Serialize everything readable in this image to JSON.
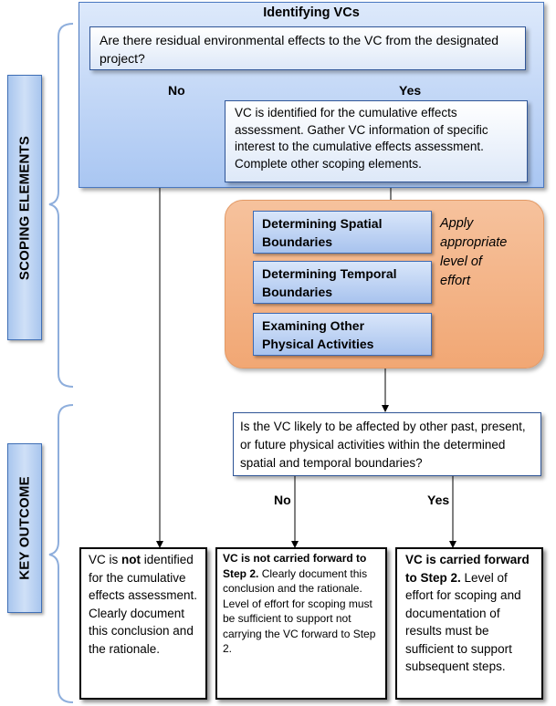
{
  "side_labels": {
    "scoping": "SCOPING ELEMENTS",
    "outcome": "KEY OUTCOME"
  },
  "identifying": {
    "title": "Identifying VCs",
    "question": "Are there residual environmental effects to the VC from the designated project?",
    "no_label": "No",
    "yes_label": "Yes",
    "yes_box": "VC is identified for the cumulative effects assessment. Gather VC information of specific interest to the cumulative effects assessment. Complete other scoping elements."
  },
  "scoping_steps": [
    {
      "line1": "Determining Spatial",
      "line2": "Boundaries"
    },
    {
      "line1": "Determining Temporal",
      "line2": "Boundaries"
    },
    {
      "line1": "Examining Other",
      "line2": "Physical Activities"
    }
  ],
  "effort_note": {
    "line1": "Apply",
    "line2": "appropriate",
    "line3": "level of",
    "line4": "effort"
  },
  "question2": {
    "text": "Is the VC likely to be affected by other past, present, or future physical activities within the determined spatial and temporal boundaries?",
    "no_label": "No",
    "yes_label": "Yes"
  },
  "outcomes": {
    "left": {
      "pre": "VC is ",
      "emph": "not",
      "post": " identified for the cumulative effects assessment. Clearly document this conclusion and the rationale."
    },
    "middle": {
      "bold": "VC is not carried forward to Step 2.",
      "rest": " Clearly document this conclusion and the rationale. Level of effort for scoping must be sufficient to support not carrying the VC forward to Step 2."
    },
    "right": {
      "bold": "VC is carried forward to Step 2.",
      "rest": " Level of effort for scoping and documentation of results must be sufficient to support subsequent steps."
    }
  },
  "colors": {
    "panel_blue": "#a9c6f2",
    "orange": "#f1a774",
    "border_blue": "#2f5597"
  }
}
